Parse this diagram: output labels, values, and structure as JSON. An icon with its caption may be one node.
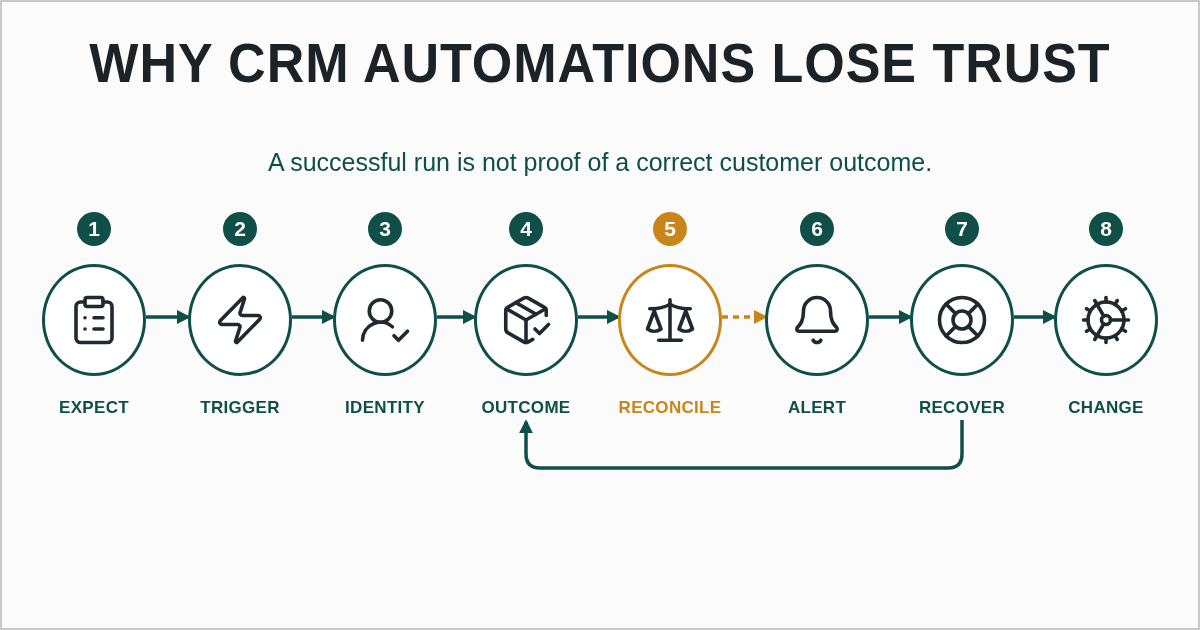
{
  "diagram": {
    "title": "WHY CRM AUTOMATIONS LOSE TRUST",
    "labels": [
      "A successful run is not proof of a correct customer outcome."
    ],
    "nodes": [
      {
        "text": [
          "1",
          "EXPECT"
        ]
      },
      {
        "text": [
          "2",
          "TRIGGER"
        ]
      },
      {
        "text": [
          "3",
          "IDENTITY"
        ]
      },
      {
        "text": [
          "4",
          "OUTCOME"
        ]
      },
      {
        "text": [
          "5",
          "RECONCILE"
        ]
      },
      {
        "text": [
          "6",
          "ALERT"
        ]
      },
      {
        "text": [
          "7",
          "RECOVER"
        ]
      },
      {
        "text": [
          "8",
          "CHANGE"
        ]
      }
    ],
    "edges": [
      {
        "from": 0,
        "to": 1,
        "arrow": "to"
      },
      {
        "from": 1,
        "to": 2,
        "arrow": "to"
      },
      {
        "from": 2,
        "to": 3,
        "arrow": "to"
      },
      {
        "from": 3,
        "to": 4,
        "arrow": "to"
      },
      {
        "from": 4,
        "to": 5,
        "arrow": "to",
        "style": "dashed",
        "color": "#c8861a"
      },
      {
        "from": 5,
        "to": 6,
        "arrow": "to"
      },
      {
        "from": 6,
        "to": 7,
        "arrow": "to"
      },
      {
        "from": 6,
        "to": 3,
        "arrow": "to"
      }
    ]
  }
}
